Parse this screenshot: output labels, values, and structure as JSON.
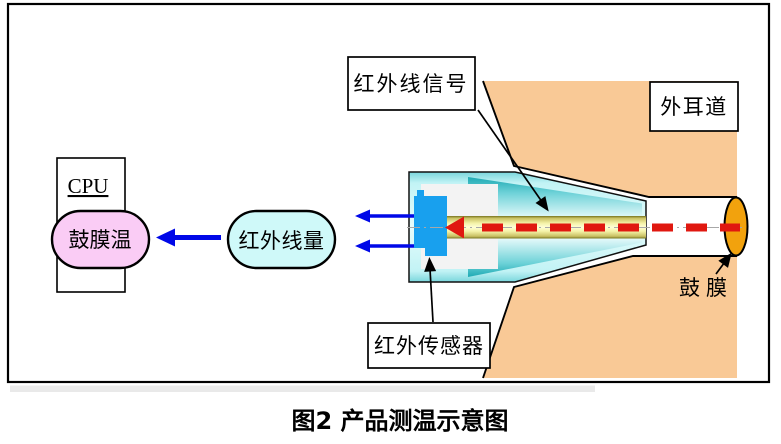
{
  "figure": {
    "caption": "图2 产品测温示意图",
    "process_blocks": {
      "cpu": "CPU",
      "eardrum_temperature": "鼓膜温",
      "infrared_amount": "红外线量"
    },
    "annotations": {
      "infrared_signal": "红外线信号",
      "ear_canal": "外耳道",
      "eardrum": "鼓膜",
      "infrared_sensor": "红外传感器"
    },
    "colors": {
      "ear_canal_wall": "#F9C996",
      "eardrum": "#F2A20D",
      "sensor_blue": "#18A0EE",
      "signal_red": "#E01810",
      "arrow_blue": "#0008E8",
      "pill_pink": "#FACCF5",
      "pill_cyan": "#CFF9F9",
      "label_box_bg": "#FFFFFF",
      "outline": "#000000"
    }
  }
}
